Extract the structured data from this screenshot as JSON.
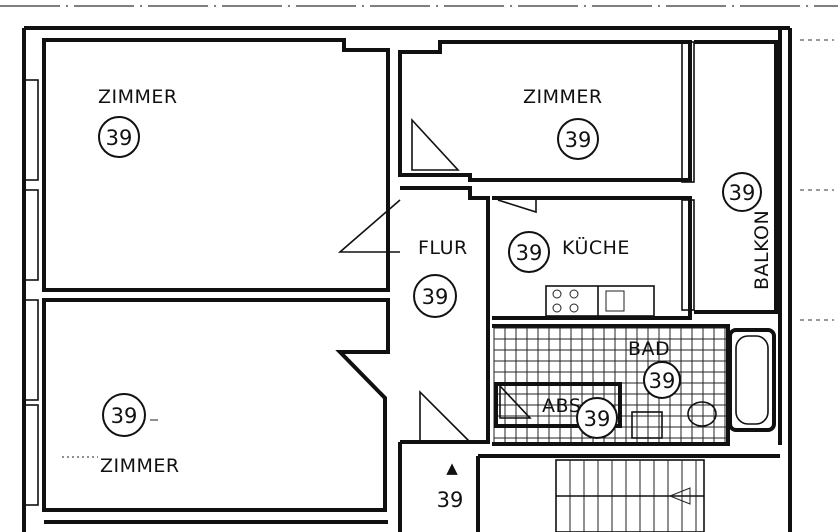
{
  "rooms": {
    "zimmer_top_left": {
      "label": "ZIMMER",
      "number": "39"
    },
    "zimmer_top_right": {
      "label": "ZIMMER",
      "number": "39"
    },
    "zimmer_bottom_left": {
      "label": "ZIMMER",
      "number": "39"
    },
    "flur": {
      "label": "FLUR",
      "number": "39"
    },
    "kueche": {
      "label": "KÜCHE",
      "number": "39"
    },
    "bad": {
      "label": "BAD",
      "number": "39"
    },
    "abs": {
      "label": "ABS",
      "number": "39"
    },
    "balkon": {
      "label": "BALKON",
      "number": "39"
    }
  },
  "entrance": {
    "symbol": "▲",
    "number": "39"
  }
}
